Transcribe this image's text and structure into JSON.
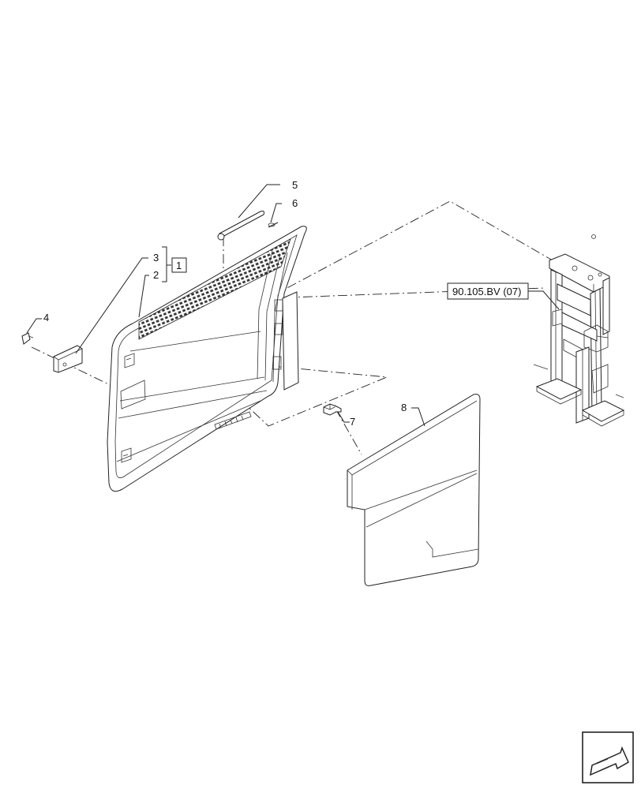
{
  "callouts": {
    "c1": "1",
    "c2": "2",
    "c3": "3",
    "c4": "4",
    "c5": "5",
    "c6": "6",
    "c7": "7",
    "c8": "8"
  },
  "reference_label": "90.105.BV (07)",
  "nav_icon": "arrow-back-icon"
}
